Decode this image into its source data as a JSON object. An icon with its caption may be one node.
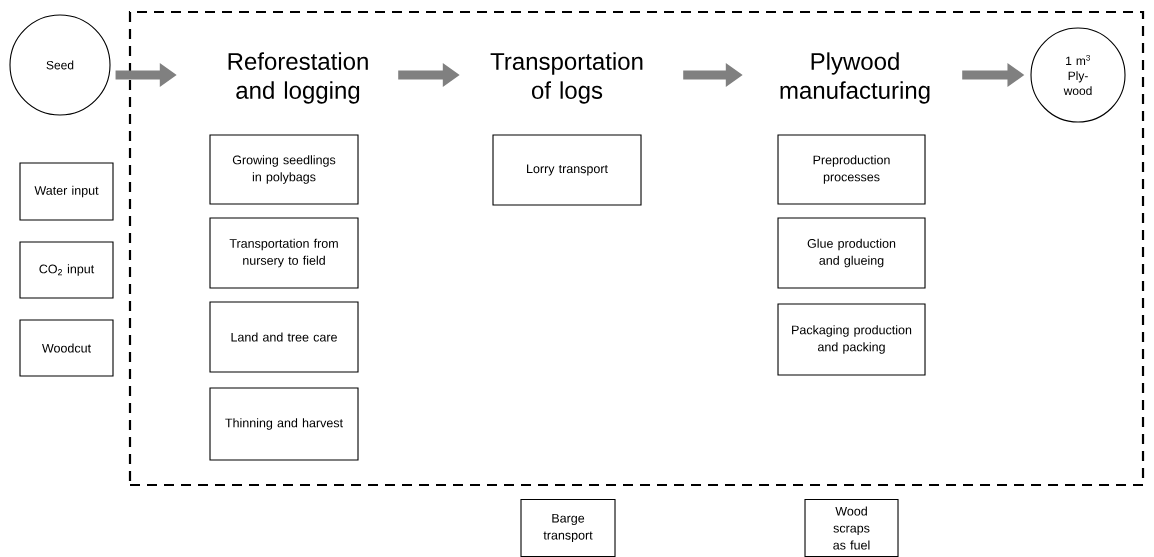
{
  "diagram": {
    "nodes": [
      {
        "text": [],
        "shape": "box"
      },
      {
        "text": [
          "Seed"
        ]
      },
      {
        "text": [
          "Water input"
        ]
      },
      {
        "text": [
          "CO$_{2}$ input"
        ]
      },
      {
        "text": [
          "Woodcut"
        ]
      },
      {
        "text": [
          "Reforestation and logging"
        ],
        "in": 0
      },
      {
        "text": [
          "Growing seedlings in polybags"
        ],
        "in": 0
      },
      {
        "text": [
          "Transportation from nursery to field"
        ],
        "in": 0
      },
      {
        "text": [
          "Land and tree care"
        ],
        "in": 0
      },
      {
        "text": [
          "Thinning and harvest"
        ],
        "in": 0
      },
      {
        "text": [
          "Transportation of logs"
        ],
        "in": 0
      },
      {
        "text": [
          "Lorry transport"
        ],
        "in": 0
      },
      {
        "text": [
          "Plywood manufacturing"
        ],
        "in": 0
      },
      {
        "text": [
          "Preproduction processes"
        ],
        "in": 0
      },
      {
        "text": [
          "Glue production and glueing"
        ],
        "in": 0
      },
      {
        "text": [
          "Packaging production and packing"
        ],
        "in": 0
      },
      {
        "text": [
          "1 m$^{3}$ Ply- wood"
        ],
        "in": 0
      },
      {
        "text": [
          "Barge transport"
        ]
      },
      {
        "text": [
          "Wood scraps as fuel"
        ]
      }
    ],
    "edges": [
      {
        "from": 1,
        "to": 5,
        "arrow": "to"
      },
      {
        "from": 5,
        "to": 10,
        "arrow": "to"
      },
      {
        "from": 10,
        "to": 12,
        "arrow": "to"
      },
      {
        "from": 12,
        "to": 16,
        "arrow": "to"
      }
    ]
  }
}
